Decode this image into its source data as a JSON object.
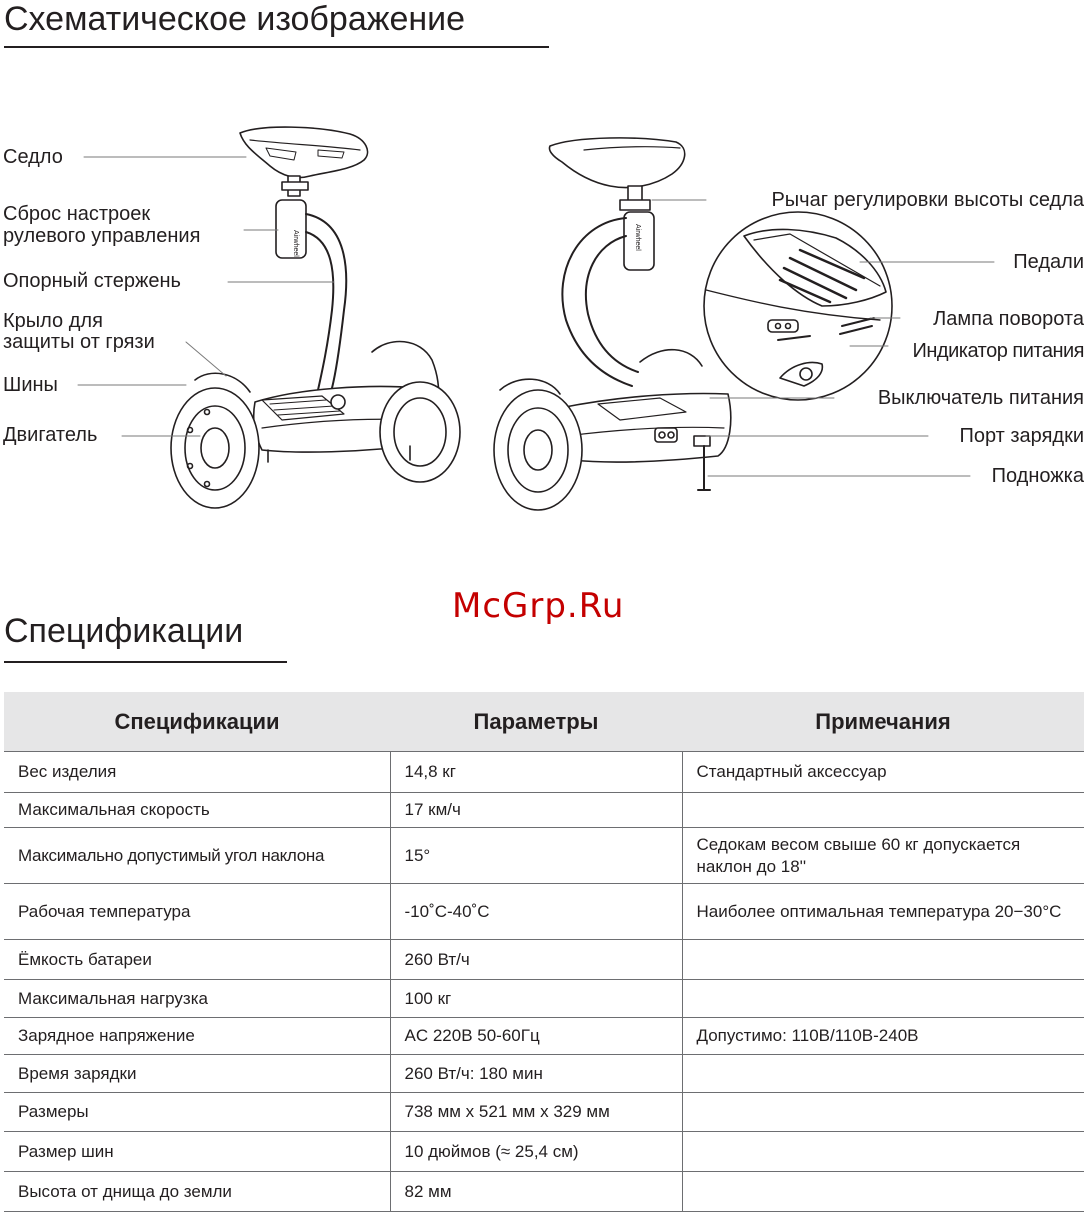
{
  "schematic": {
    "title": "Схематическое изображение",
    "left_labels": {
      "saddle": "Седло",
      "reset_line1": "Сброс настроек",
      "reset_line2": "рулевого управления",
      "support_rod": "Опорный стержень",
      "fender_line1": "Крыло для",
      "fender_line2": "защиты от грязи",
      "tires": "Шины",
      "motor": "Двигатель"
    },
    "right_labels": {
      "lever": "Рычаг регулировки высоты седла",
      "pedals": "Педали",
      "turn_lamp": "Лампа поворота",
      "power_indicator": "Индикатор питания",
      "power_switch": "Выключатель питания",
      "charge_port": "Порт зарядки",
      "kickstand": "Подножка"
    },
    "brand_text": "Airwheel"
  },
  "watermark": "McGrp.Ru",
  "specs": {
    "title": "Спецификации",
    "headers": [
      "Спецификации",
      "Параметры",
      "Примечания"
    ],
    "rows": [
      {
        "spec": "Вес изделия",
        "param": "14,8 кг",
        "note": "Стандартный аксессуар"
      },
      {
        "spec": "Максимальная скорость",
        "param": "17 км/ч",
        "note": ""
      },
      {
        "spec": "Максимально допустимый угол наклона",
        "param": "15°",
        "note": "Седокам весом свыше 60 кг допускается наклон до 18''"
      },
      {
        "spec": "Рабочая температура",
        "param": "-10˚C-40˚C",
        "note": "Наиболее оптимальная температура 20−30°C"
      },
      {
        "spec": "Ёмкость батареи",
        "param": "260 Вт/ч",
        "note": ""
      },
      {
        "spec": "Максимальная нагрузка",
        "param": "100 кг",
        "note": ""
      },
      {
        "spec": "Зарядное напряжение",
        "param": "AC 220В 50-60Гц",
        "note": "Допустимо: 110В/110В-240В"
      },
      {
        "spec": "Время зарядки",
        "param": "260 Вт/ч: 180 мин",
        "note": ""
      },
      {
        "spec": "Размеры",
        "param": "738 мм х 521 мм х 329 мм",
        "note": ""
      },
      {
        "spec": "Размер шин",
        "param": "10 дюймов (≈ 25,4 см)",
        "note": ""
      },
      {
        "spec": "Высота от днища до земли",
        "param": "82 мм",
        "note": ""
      }
    ]
  }
}
